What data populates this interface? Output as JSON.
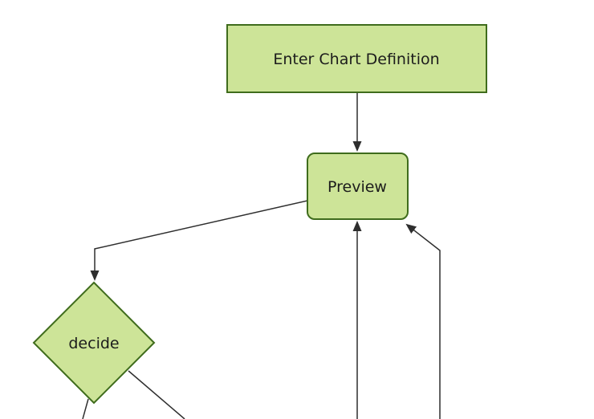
{
  "diagram": {
    "type": "flowchart",
    "direction": "top-down",
    "background_color": "#ffffff",
    "node_fill_color": "#cde498",
    "node_border_color": "#3f6c1c",
    "edge_color": "#2e2e2e",
    "label_color": "#1c1c1c",
    "nodes": [
      {
        "id": "enter-chart-definition",
        "label": "Enter Chart Definition",
        "shape": "rectangle"
      },
      {
        "id": "preview",
        "label": "Preview",
        "shape": "rounded-rectangle"
      },
      {
        "id": "decide",
        "label": "decide",
        "shape": "diamond"
      }
    ],
    "edges": [
      {
        "from": "enter-chart-definition",
        "to": "preview",
        "arrowhead": true
      },
      {
        "from": "preview",
        "to": "decide",
        "arrowhead": true
      },
      {
        "from": "offscreen-bottom-center",
        "to": "preview",
        "arrowhead": true
      },
      {
        "from": "offscreen-bottom-right",
        "to": "preview",
        "arrowhead": true
      },
      {
        "from": "decide",
        "to": "offscreen-bottom-left",
        "arrowhead": false
      },
      {
        "from": "decide",
        "to": "offscreen-bottom",
        "arrowhead": false
      }
    ]
  }
}
